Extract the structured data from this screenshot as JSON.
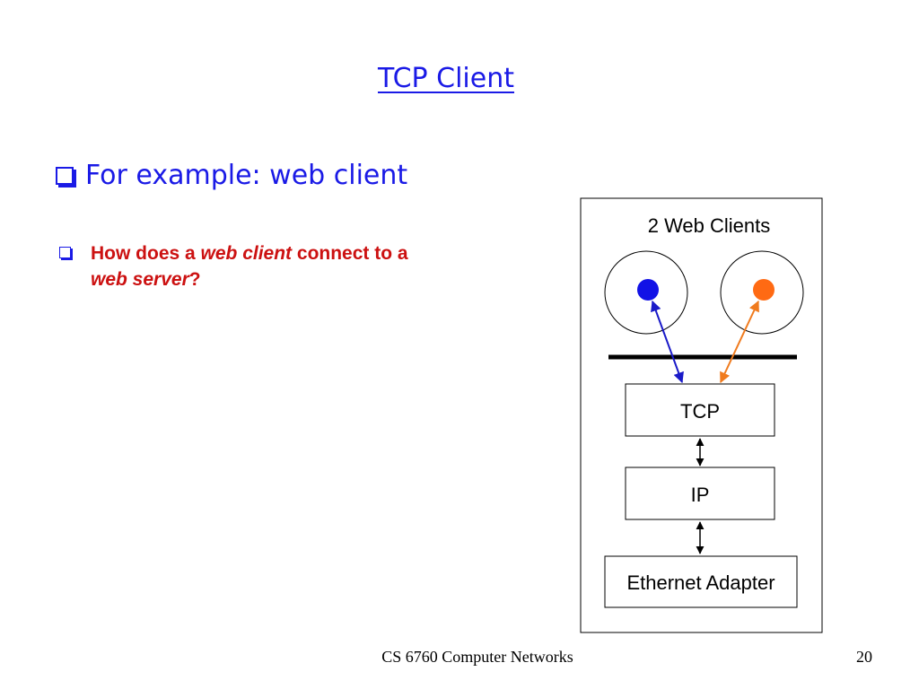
{
  "slide": {
    "title": "TCP Client",
    "bullet_main": "For example: web client",
    "bullet_sub": {
      "part1": "How does a ",
      "part2_italic": "web client",
      "part3": " connect to a ",
      "part4_italic": "web server",
      "part5": "?"
    }
  },
  "diagram": {
    "clients_label": "2 Web Clients",
    "tcp_label": "TCP",
    "ip_label": "IP",
    "ethernet_label": "Ethernet Adapter",
    "colors": {
      "client1": "#1212e6",
      "client2": "#ff6a13",
      "line1": "#1a1ac8",
      "line2": "#f07b1e"
    }
  },
  "footer": {
    "course": "CS 6760 Computer Networks",
    "page_number": "20"
  }
}
